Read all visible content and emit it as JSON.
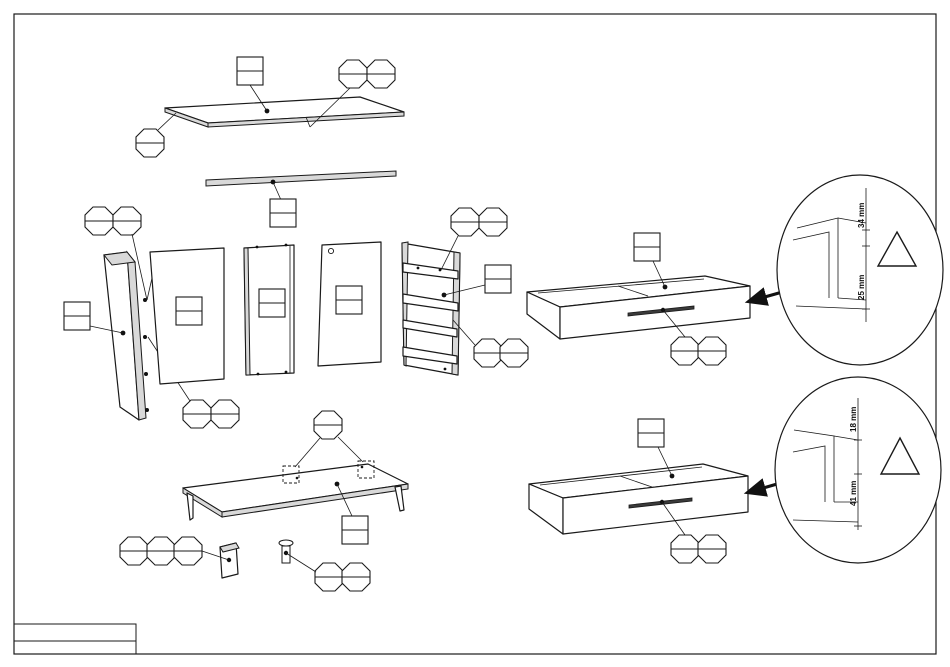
{
  "dimensions": {
    "upper_top": "34 mm",
    "upper_bottom": "25 mm",
    "lower_top": "18 mm",
    "lower_bottom": "41 mm"
  }
}
